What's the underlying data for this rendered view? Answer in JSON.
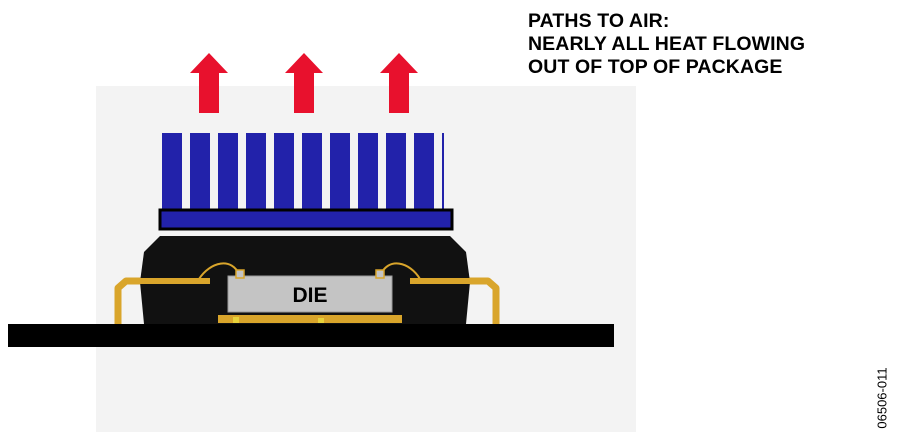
{
  "caption": {
    "lines": [
      "PATHS TO AIR:",
      "NEARLY ALL HEAT FLOWING",
      "OUT OF TOP OF PACKAGE"
    ]
  },
  "die_label": "DIE",
  "figure_id": "06506-011",
  "colors": {
    "background_panel": "#f3f3f3",
    "heatsink": "#2222aa",
    "heatsink_outline": "#000000",
    "arrows": "#e8112d",
    "package": "#111111",
    "pcb": "#000000",
    "die": "#c4c4c4",
    "leads": "#d9a52b"
  },
  "icons": {
    "arrow": "up-arrow-icon"
  }
}
